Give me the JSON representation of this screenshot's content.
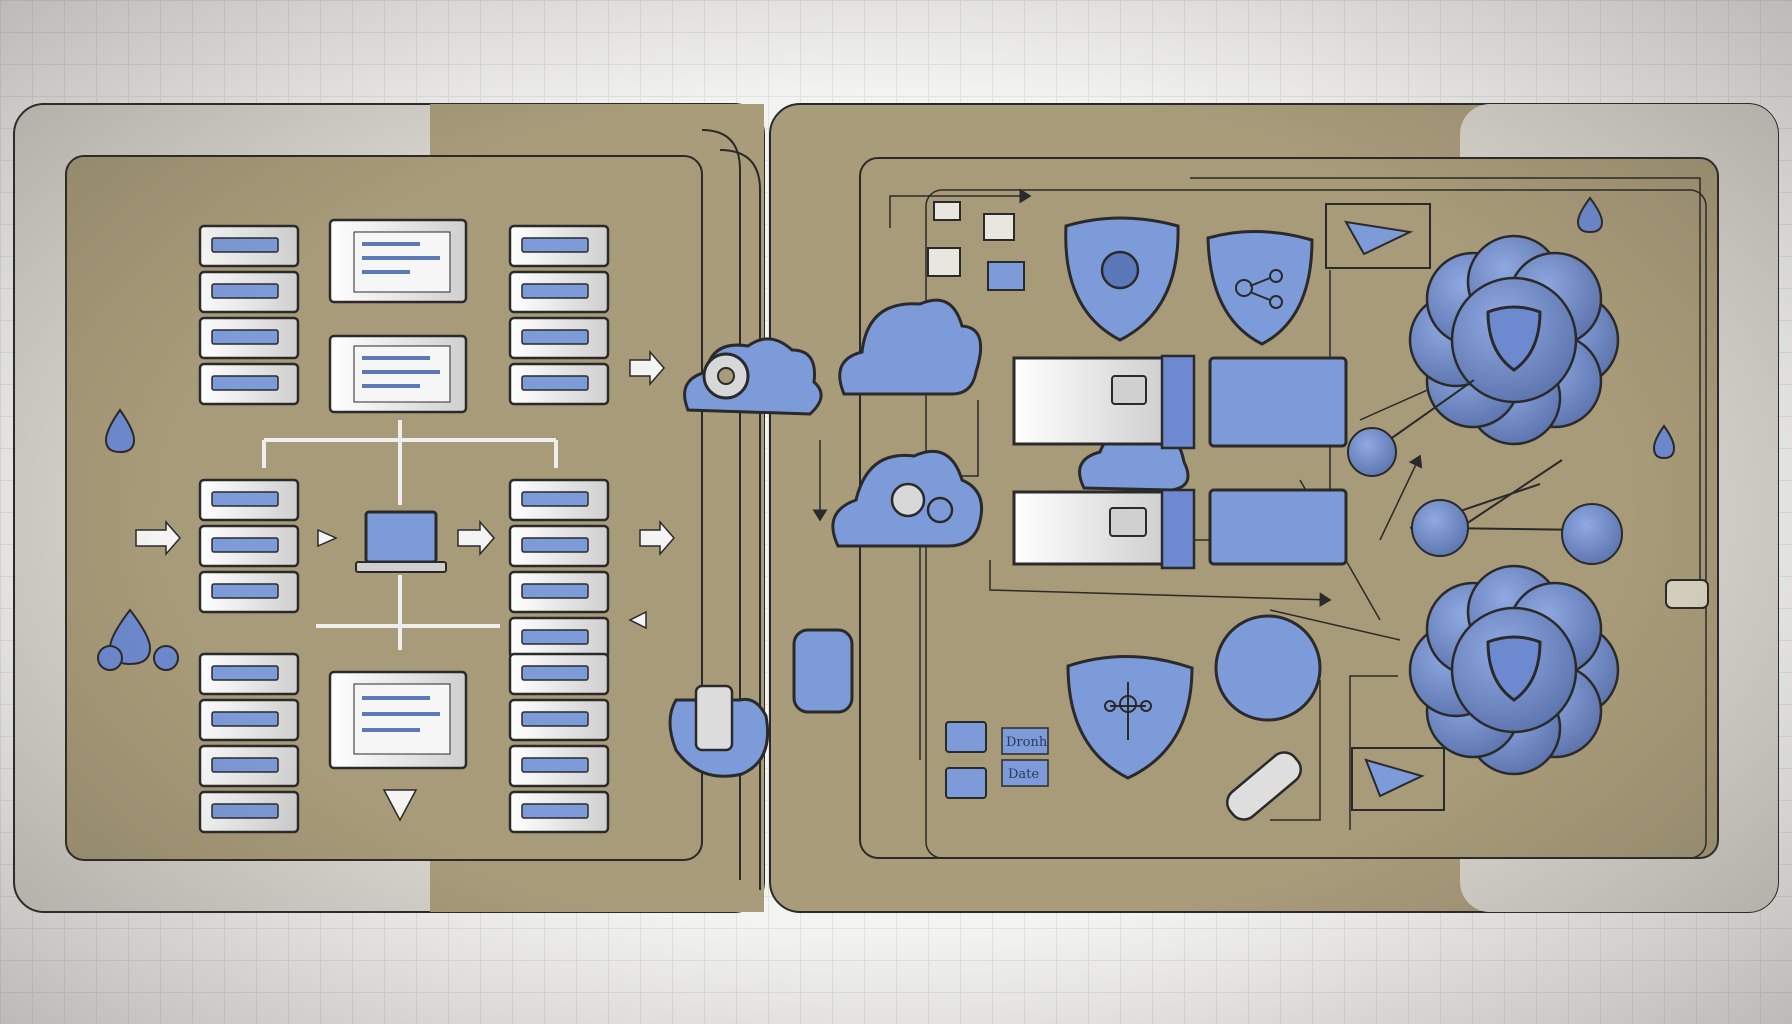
{
  "colors": {
    "panel_fill": "#a89b79",
    "panel_fill_dark": "#9c8f6e",
    "frame": "#d6d4cc",
    "accent_blue": "#7d9bd9",
    "accent_blue_dark": "#5b78b8",
    "server_body": "#ececec",
    "ink": "#2b2a2a"
  },
  "panels": {
    "left": {
      "name": "server-infrastructure-panel"
    },
    "right": {
      "name": "cloud-security-panel"
    }
  },
  "labels": {
    "tag_1": "Dronh",
    "tag_2": "Date"
  },
  "icons": [
    "server-rack-icon",
    "monitor-window-icon",
    "laptop-icon",
    "cloud-gear-icon",
    "cloud-icon",
    "shield-icon",
    "shield-network-icon",
    "storage-block-icon",
    "cloud-cluster-shield-icon",
    "network-node-icon",
    "play-arrow-icon",
    "droplet-icon",
    "mobile-device-icon",
    "usb-stick-icon",
    "badge-icon"
  ]
}
